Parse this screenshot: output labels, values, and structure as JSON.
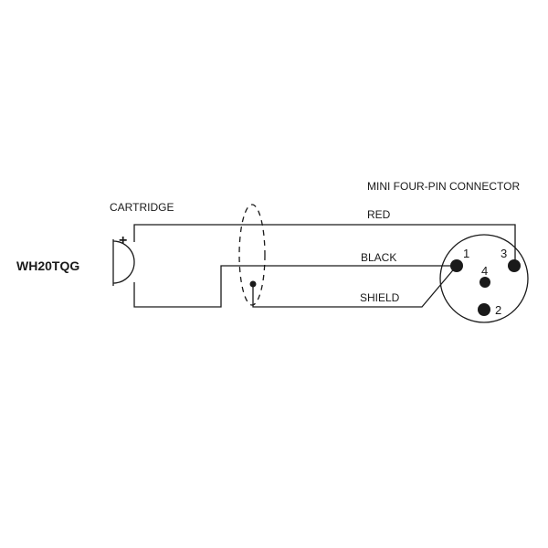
{
  "labels": {
    "model": "WH20TQG",
    "cartridge": "CARTRIDGE",
    "connector": "MINI FOUR-PIN CONNECTOR",
    "polarity": "+"
  },
  "wires": {
    "red": "RED",
    "black": "BLACK",
    "shield": "SHIELD"
  },
  "pins": {
    "pin1": "1",
    "pin2": "2",
    "pin3": "3",
    "pin4": "4"
  },
  "colors": {
    "line": "#1a1a1a",
    "background": "#ffffff"
  }
}
